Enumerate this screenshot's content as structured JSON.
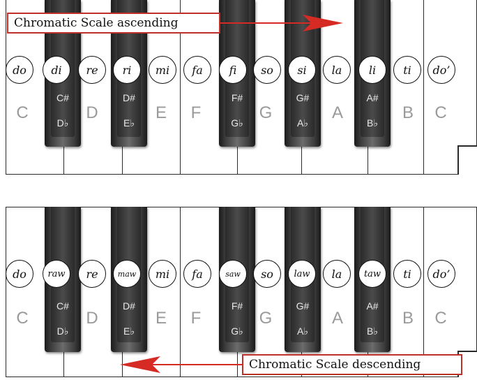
{
  "ascending": {
    "label": "Chromatic Scale ascending",
    "solfege": [
      "do",
      "di",
      "re",
      "ri",
      "mi",
      "fa",
      "fi",
      "so",
      "si",
      "la",
      "li",
      "ti",
      "do’"
    ]
  },
  "descending": {
    "label": "Chromatic Scale descending",
    "solfege": [
      "do",
      "raw",
      "re",
      "maw",
      "mi",
      "fa",
      "saw",
      "so",
      "law",
      "la",
      "taw",
      "ti",
      "do’"
    ]
  },
  "white_keys": [
    "C",
    "D",
    "E",
    "F",
    "G",
    "A",
    "B",
    "C"
  ],
  "black_keys": [
    {
      "sharp": "C#",
      "flat": "D♭"
    },
    {
      "sharp": "D#",
      "flat": "E♭"
    },
    {
      "sharp": "F#",
      "flat": "G♭"
    },
    {
      "sharp": "G#",
      "flat": "A♭"
    },
    {
      "sharp": "A#",
      "flat": "B♭"
    }
  ],
  "colors": {
    "arrow": "#d62b24",
    "callout_border": "#c0302b",
    "bubble_border": "#111111"
  }
}
